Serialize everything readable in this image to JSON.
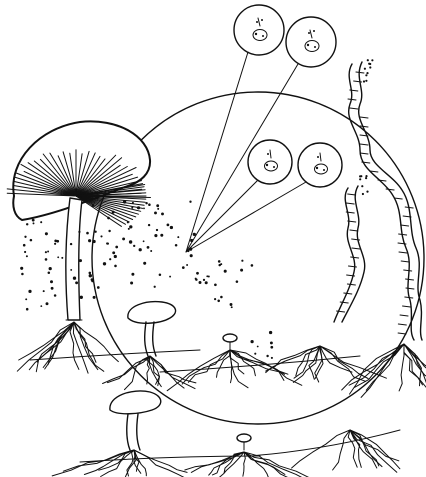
{
  "figure": {
    "subject": "mushroom-life-cycle-line-drawing",
    "ink_color": "#111111",
    "paper_color": "#ffffff",
    "spores_enlarged_count": 4,
    "small_fruiting_bodies_count": 4
  }
}
